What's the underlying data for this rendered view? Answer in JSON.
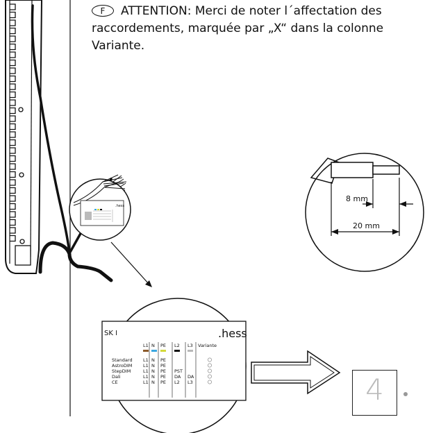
{
  "notice": {
    "lang_badge": "F",
    "text": "ATTENTION: Merci de noter l´affectation des raccordements, marquée par „X“ dans la colonne Variante."
  },
  "dimensions": {
    "inner": "8 mm",
    "outer": "20 mm"
  },
  "small_label": {
    "brand": ".hess"
  },
  "label_table": {
    "product": "SK I",
    "brand": ".hess",
    "columns": [
      "L1",
      "N",
      "PE",
      "L2",
      "L3",
      "Variante"
    ],
    "column_colors": [
      "#8b5a2b",
      "#3aa7e0",
      "#d4d93a",
      "#111111",
      "#b8b8b8"
    ],
    "rows": [
      {
        "name": "Standard",
        "cells": [
          "L1",
          "N",
          "PE",
          "",
          ""
        ]
      },
      {
        "name": "AstroDIM",
        "cells": [
          "L1",
          "N",
          "PE",
          "",
          ""
        ]
      },
      {
        "name": "StepDIM",
        "cells": [
          "L1",
          "N",
          "PE",
          "PST",
          ""
        ]
      },
      {
        "name": "Dali",
        "cells": [
          "L1",
          "N",
          "PE",
          "DA",
          "DA"
        ]
      },
      {
        "name": "CE",
        "cells": [
          "L1",
          "N",
          "PE",
          "L2",
          "L3"
        ]
      }
    ]
  },
  "step": {
    "number": "4"
  }
}
